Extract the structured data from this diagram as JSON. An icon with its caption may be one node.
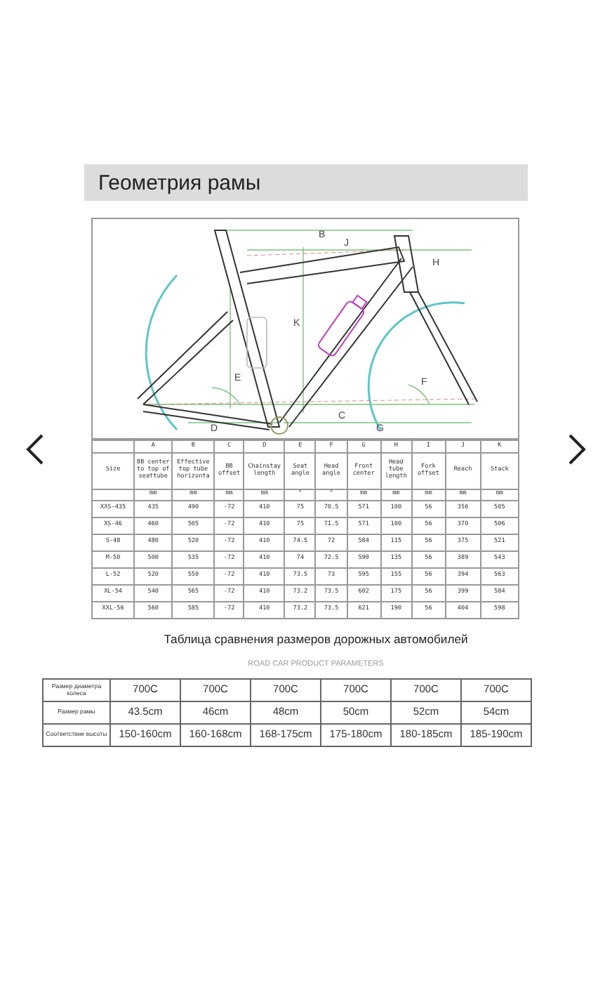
{
  "diagram": {
    "labels": [
      "Геометрия рамы",
      "B",
      "J",
      "H",
      "K",
      "E",
      "F",
      "C",
      "D",
      "G",
      "A",
      "B",
      "C",
      "D",
      "E",
      "F",
      "G",
      "H",
      "I",
      "J",
      "K",
      "Size",
      "BB center to top of seattube",
      "Effective top tube horizonta",
      "BB offset",
      "Chainstay length",
      "Seat angle",
      "Head angle",
      "Front center",
      "Head tube length",
      "Fork offset",
      "Reach",
      "Stack",
      "mm",
      "mm",
      "mm",
      "mm",
      "°",
      "°",
      "mm",
      "mm",
      "mm",
      "mm",
      "mm",
      "XXS-435",
      "435",
      "490",
      "-72",
      "410",
      "75",
      "70.5",
      "571",
      "100",
      "56",
      "356",
      "505",
      "XS-46",
      "460",
      "505",
      "-72",
      "410",
      "75",
      "71.5",
      "571",
      "100",
      "56",
      "370",
      "506",
      "S-48",
      "480",
      "520",
      "-72",
      "410",
      "74.5",
      "72",
      "584",
      "115",
      "56",
      "375",
      "521",
      "M-50",
      "500",
      "535",
      "-72",
      "410",
      "74",
      "72.5",
      "590",
      "135",
      "56",
      "389",
      "543",
      "L-52",
      "520",
      "550",
      "-72",
      "410",
      "73.5",
      "73",
      "595",
      "155",
      "56",
      "394",
      "563",
      "XL-54",
      "540",
      "565",
      "-72",
      "410",
      "73.2",
      "73.5",
      "602",
      "175",
      "56",
      "399",
      "584",
      "XXL-56",
      "560",
      "585",
      "-72",
      "410",
      "73.2",
      "73.5",
      "621",
      "190",
      "56",
      "404",
      "598",
      "Таблица сравнения размеров дорожных автомобилей",
      "ROAD CAR PRODUCT PARAMETERS",
      "Размер диаметра колеса",
      "700C",
      "700C",
      "700C",
      "700C",
      "700C",
      "700C",
      "Размер рамы",
      "43.5cm",
      "46cm",
      "48cm",
      "50cm",
      "52cm",
      "54cm",
      "Соответствие высоты",
      "150-160cm",
      "160-168cm",
      "168-175cm",
      "175-180cm",
      "180-185cm",
      "185-190cm"
    ]
  }
}
